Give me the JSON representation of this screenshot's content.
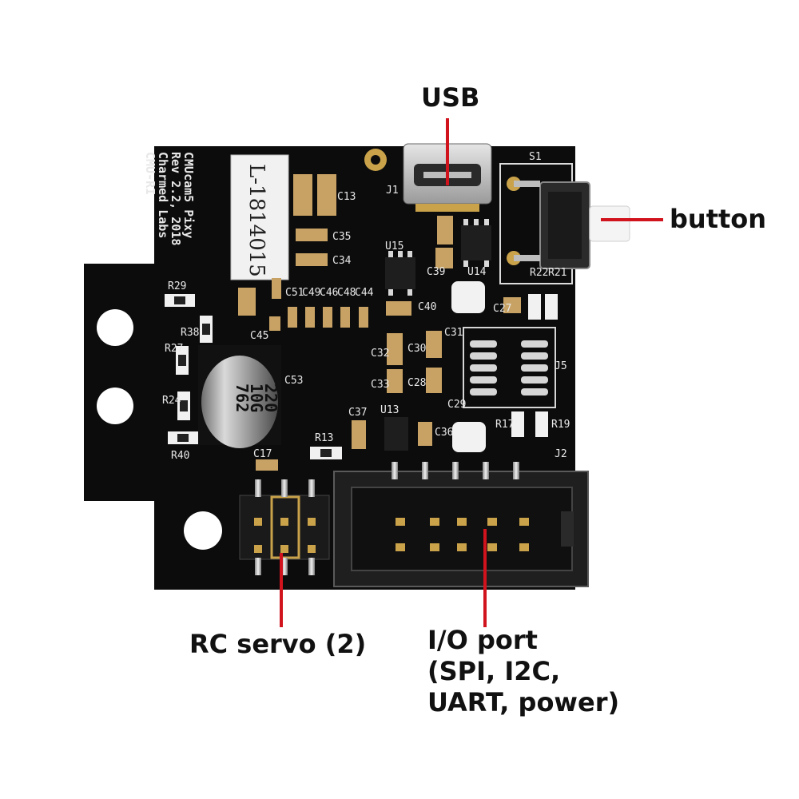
{
  "callouts": {
    "usb": "USB",
    "button": "button",
    "rc_servo": "RC servo (2)",
    "io_port": [
      "I/O port",
      "(SPI, I2C,",
      "UART, power)"
    ]
  },
  "board": {
    "silkscreen": [
      "CMUcam5 Pixy",
      "Rev 2.2, 2018",
      "Charmed Labs",
      "CMU-RI"
    ],
    "sticker": "L-1814015",
    "refs": {
      "c13": "C13",
      "c35": "C35",
      "c34": "C34",
      "u15": "U15",
      "c39": "C39",
      "u14": "U14",
      "s1": "S1",
      "j1": "J1",
      "c27": "C27",
      "r22": "R22",
      "r21": "R21",
      "r29": "R29",
      "r38": "R38",
      "r27": "R27",
      "r24": "R24",
      "r40": "R40",
      "c53": "C53",
      "c45": "C45",
      "c51": "C51",
      "c49": "C49",
      "c46": "C46",
      "c48": "C48",
      "c44": "C44",
      "c40": "C40",
      "c31": "C31",
      "c32": "C32",
      "c30": "C30",
      "c33": "C33",
      "c28": "C28",
      "c29": "C29",
      "j5": "J5",
      "c37": "C37",
      "u13": "U13",
      "c36": "C36",
      "r13": "R13",
      "c17": "C17",
      "r17": "R17",
      "r19": "R19",
      "j2": "J2"
    },
    "electrolytic_cap": [
      "220",
      "10G",
      "762"
    ]
  },
  "colors": {
    "pcb": "#0c0c0c",
    "callout_line": "#d0131c",
    "silk": "#e8e8e8",
    "gold": "#c9a24a",
    "header_body": "#1a1a1a"
  }
}
